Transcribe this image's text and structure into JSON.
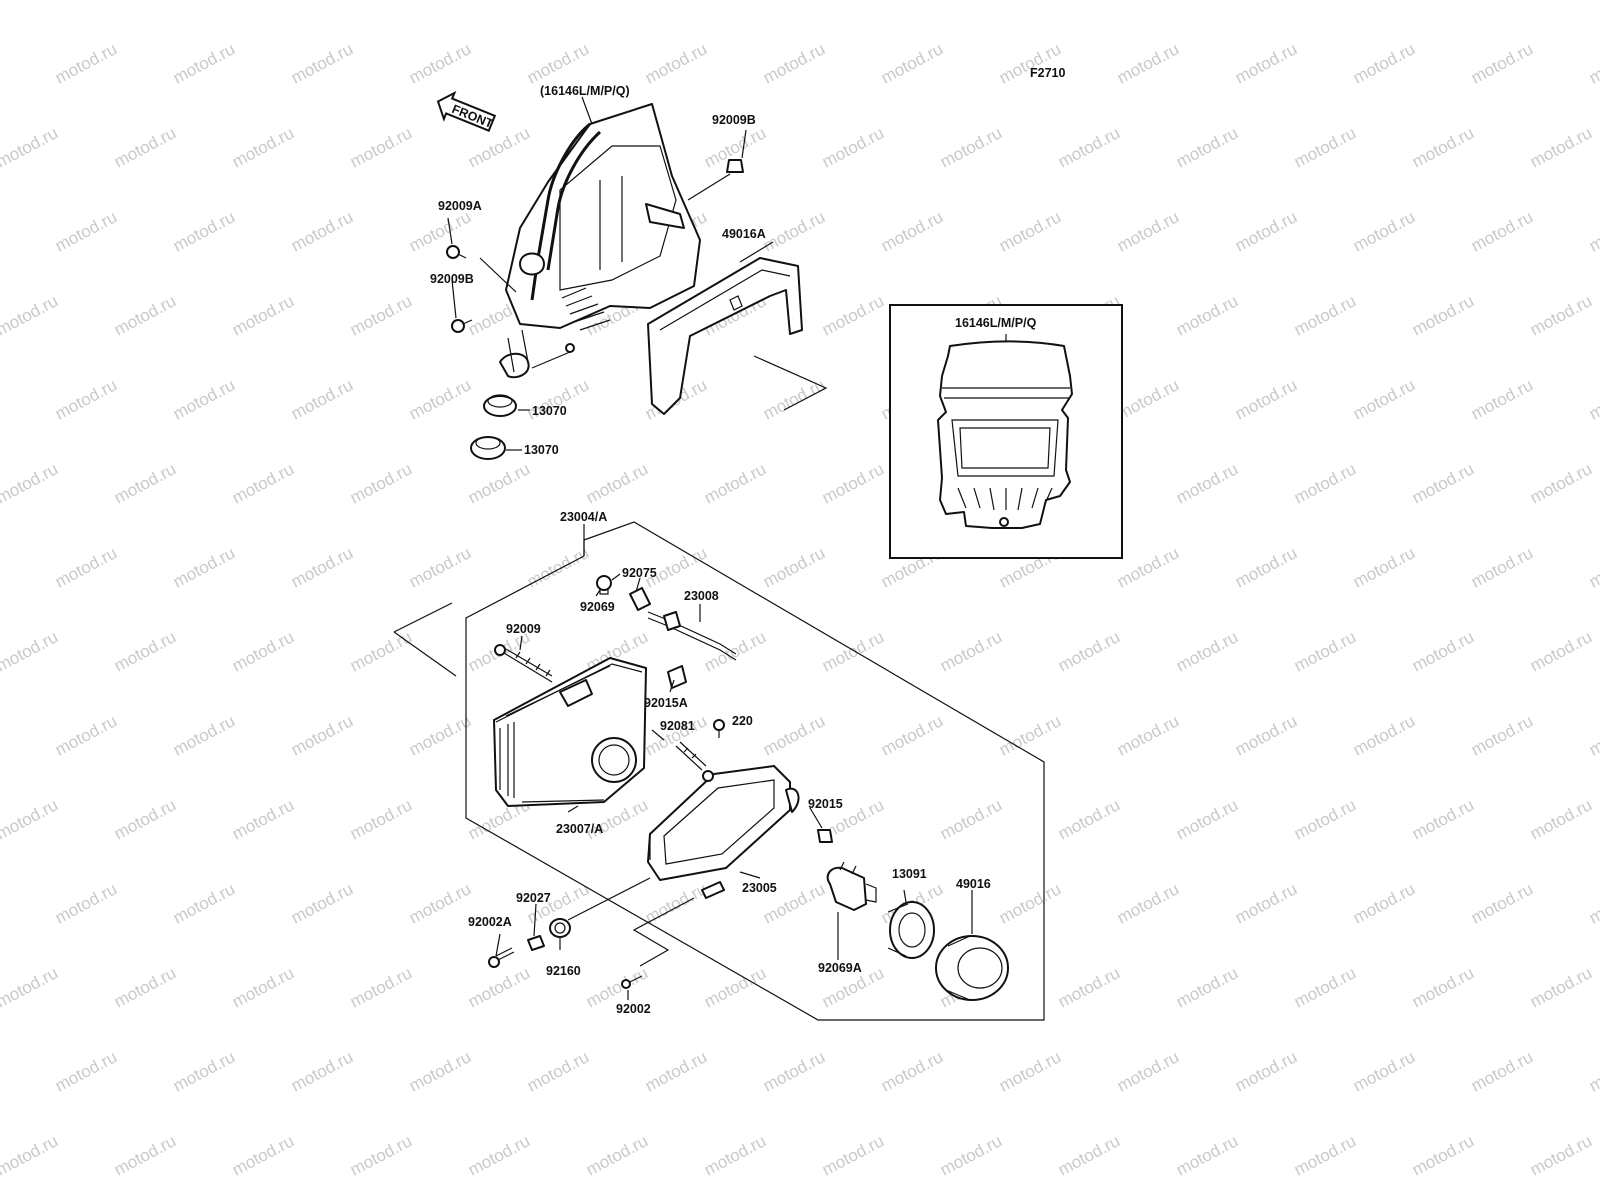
{
  "figure_code": "F2710",
  "front_arrow_label": "FRONT",
  "watermark": "motod.ru",
  "inset": {
    "label": "16146L/M/P/Q"
  },
  "part_labels": {
    "cowl": "(16146L/M/P/Q)",
    "p92009B_top": "92009B",
    "p92009A": "92009A",
    "p92009B_left": "92009B",
    "p49016A": "49016A",
    "p13070_a": "13070",
    "p13070_b": "13070",
    "p23004A": "23004/A",
    "p92075": "92075",
    "p92069": "92069",
    "p23008": "23008",
    "p92009": "92009",
    "p92015A": "92015A",
    "p92081": "92081",
    "p220": "220",
    "p23007A": "23007/A",
    "p92015": "92015",
    "p13091": "13091",
    "p49016": "49016",
    "p23005": "23005",
    "p92027": "92027",
    "p92002A": "92002A",
    "p92160": "92160",
    "p92069A": "92069A",
    "p92002": "92002"
  }
}
